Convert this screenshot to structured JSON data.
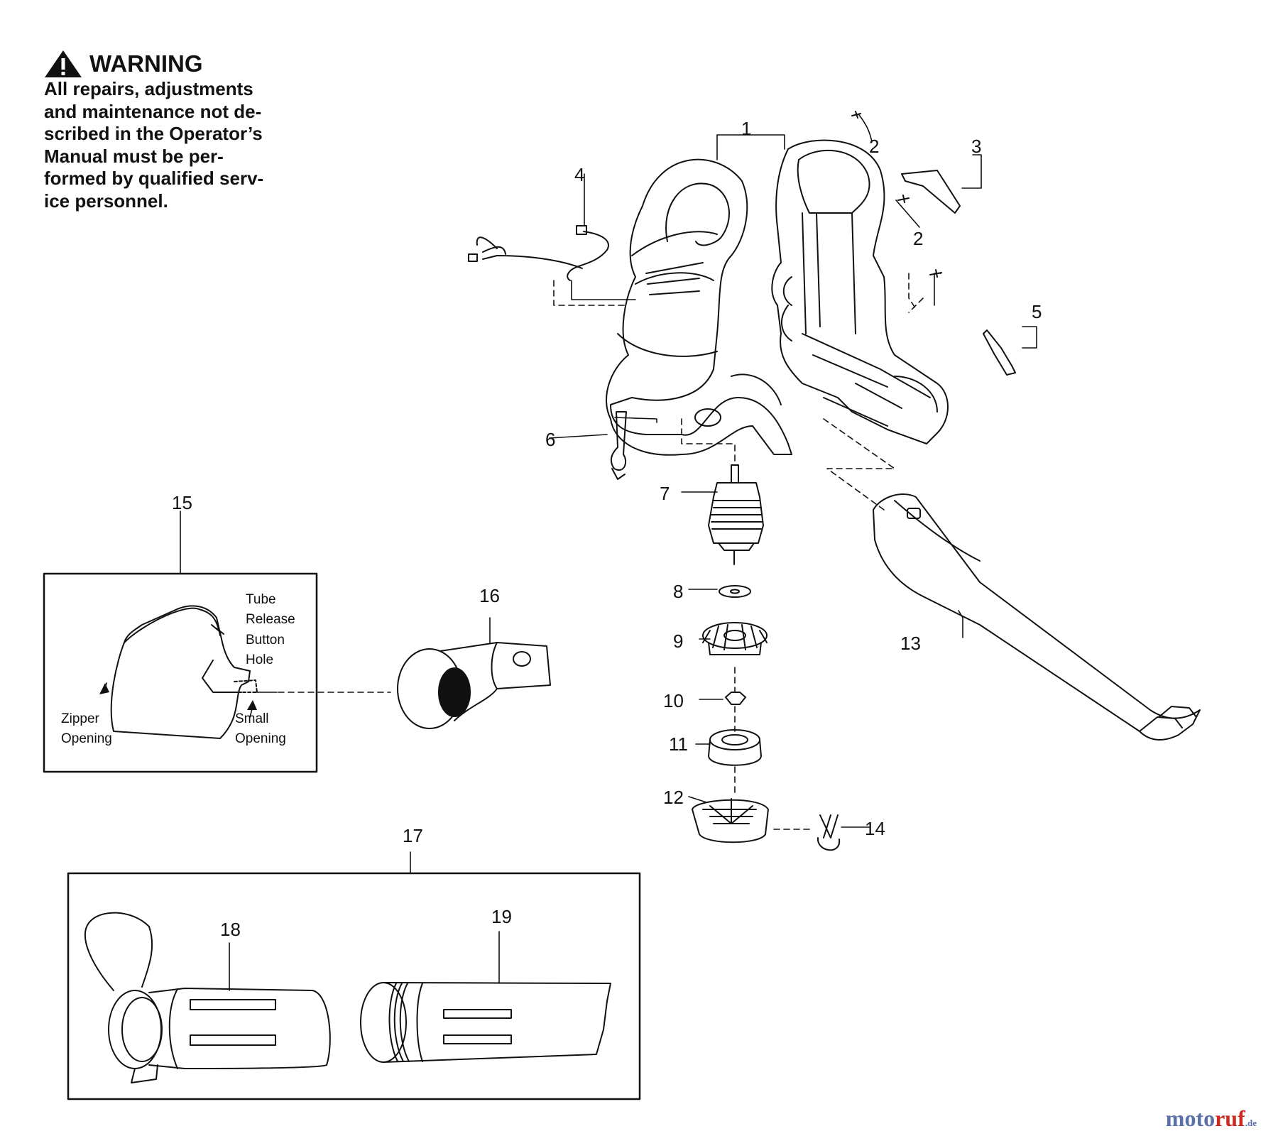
{
  "warning": {
    "title": "WARNING",
    "lines": [
      "All repairs, adjustments",
      "and maintenance not de-",
      "scribed in the Operator’s",
      "Manual must be per-",
      "formed by qualified serv-",
      "ice personnel."
    ]
  },
  "callouts": {
    "c1": "1",
    "c2a": "2",
    "c2b": "2",
    "c3": "3",
    "c4": "4",
    "c5": "5",
    "c6": "6",
    "c7": "7",
    "c8": "8",
    "c9": "9",
    "c10": "10",
    "c11": "11",
    "c12": "12",
    "c13": "13",
    "c14": "14",
    "c15": "15",
    "c16": "16",
    "c17": "17",
    "c18": "18",
    "c19": "19"
  },
  "bag_labels": {
    "tube1": "Tube",
    "tube2": "Release",
    "tube3": "Button",
    "tube4": "Hole",
    "zip1": "Zipper",
    "zip2": "Opening",
    "small1": "Small",
    "small2": "Opening"
  },
  "watermark": {
    "main_a": "moto",
    "main_b": "ruf",
    "suffix": ".de"
  },
  "colors": {
    "ink": "#111111",
    "watermark_blue": "#5b6fa8",
    "watermark_red": "#cc2a1f"
  }
}
